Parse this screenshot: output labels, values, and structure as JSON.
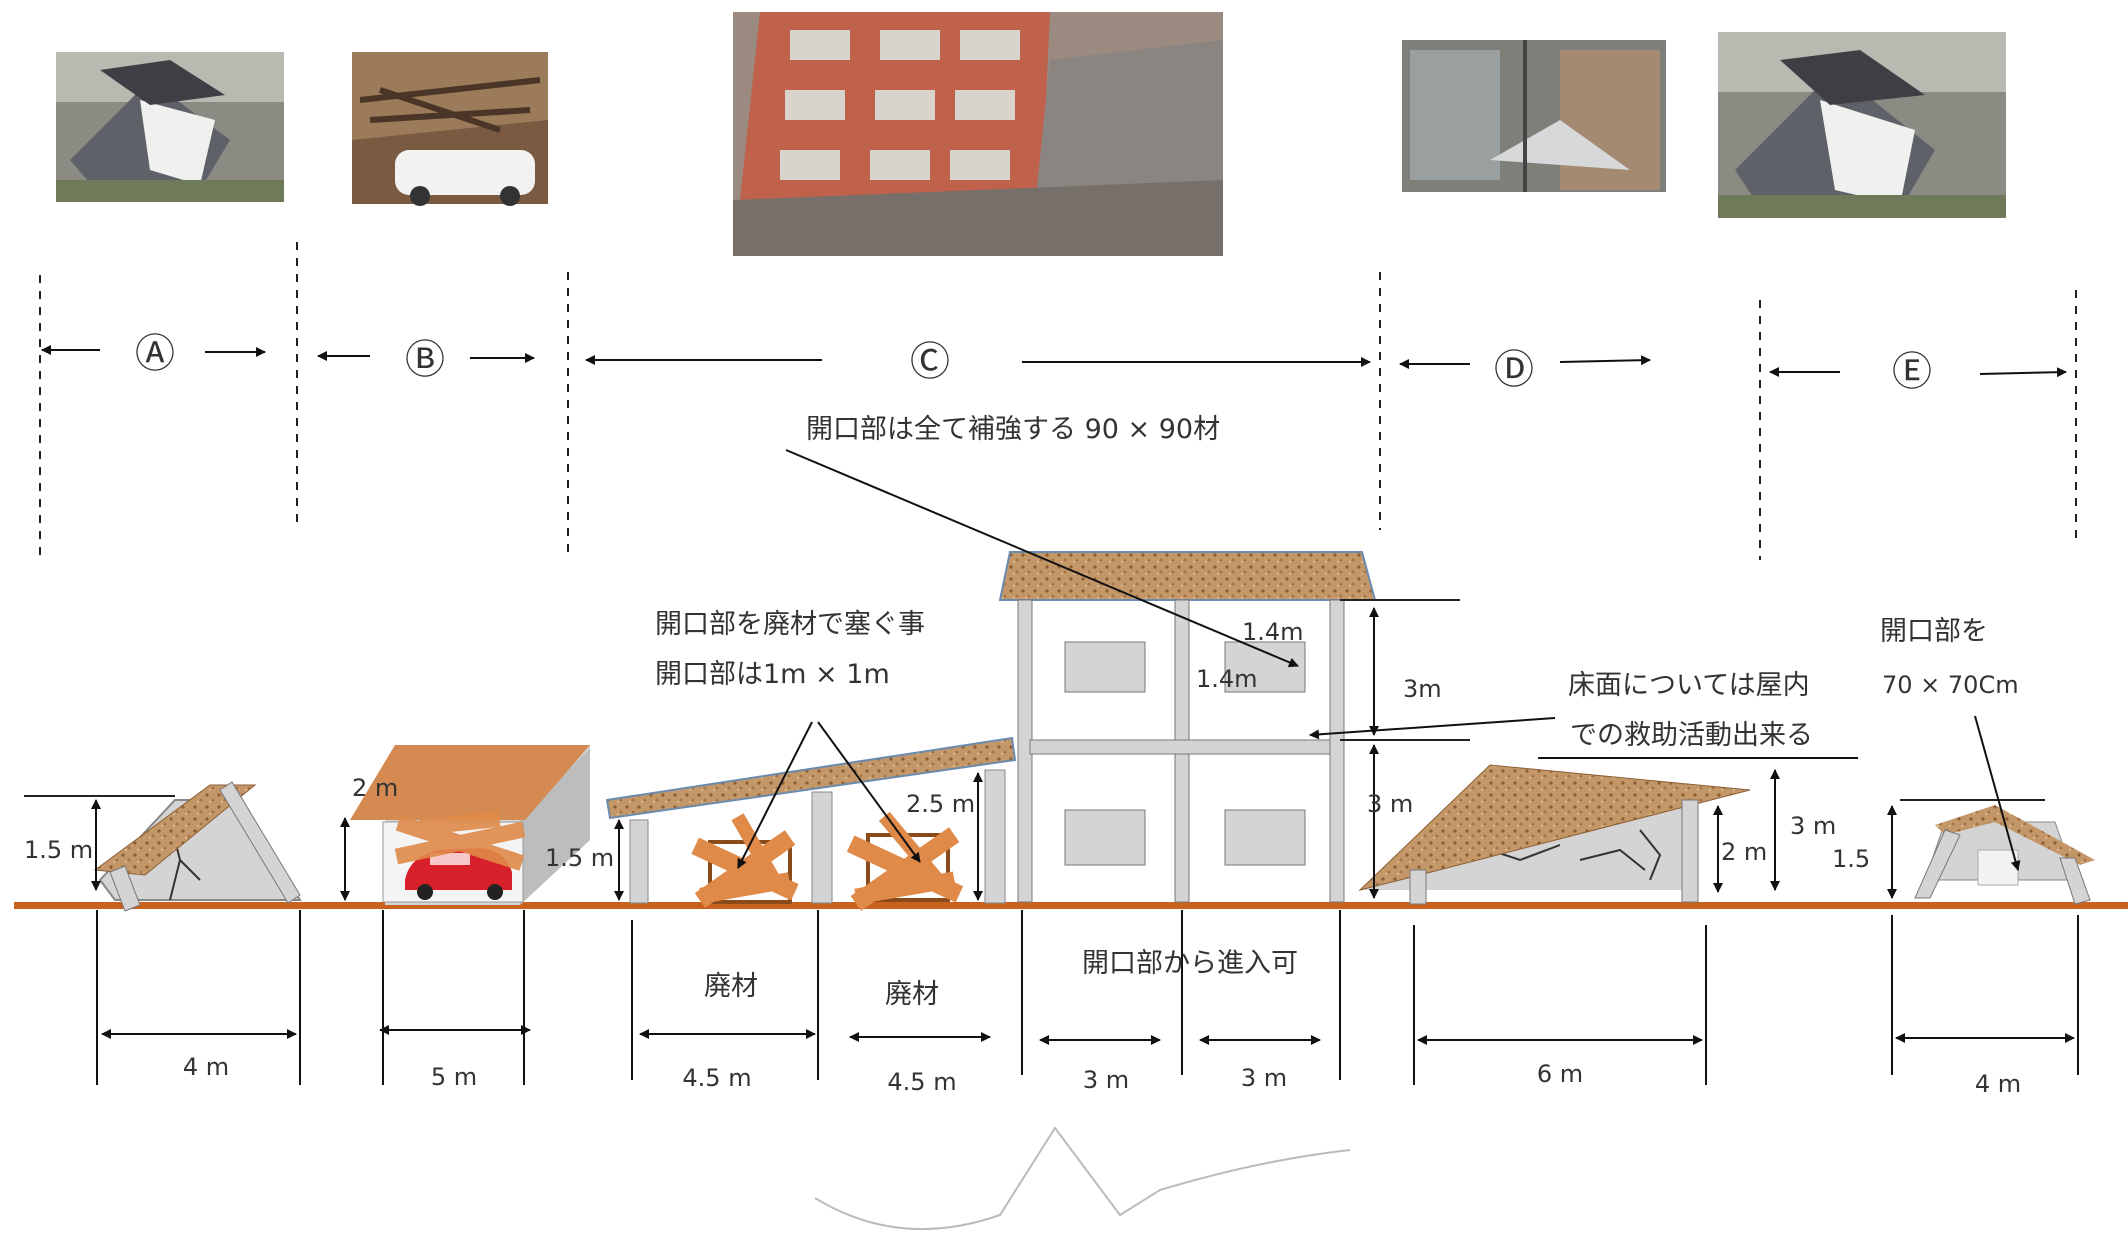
{
  "photos": [
    {
      "name": "photo-a",
      "subject": "collapsed-house"
    },
    {
      "name": "photo-b",
      "subject": "crushed-car-under-debris"
    },
    {
      "name": "photo-c",
      "subject": "tilted-apartment-building"
    },
    {
      "name": "photo-d",
      "subject": "damaged-buildings-street"
    },
    {
      "name": "photo-e",
      "subject": "collapsed-house"
    }
  ],
  "zones": [
    "Ⓐ",
    "Ⓑ",
    "Ⓒ",
    "Ⓓ",
    "Ⓔ"
  ],
  "annotations": {
    "reinforce": "開口部は全て補強する 90 × 90材",
    "block_line1": "開口部を廃材で塞ぐ事",
    "block_line2": "開口部は1m × 1m",
    "floor_line1": "床面については屋内",
    "floor_line2": "での救助活動出来る",
    "opening_e1": "開口部を",
    "opening_e2": "70 × 70Cm",
    "entry": "開口部から進入可",
    "debris1": "廃材",
    "debris2": "廃材"
  },
  "heights": {
    "a": "1.5 m",
    "b": "2 m",
    "c_low": "1.5 m",
    "c_wall": "2.5 m",
    "window_w": "1.4m",
    "window_h": "1.4m",
    "floor_upper": "3m",
    "floor_lower": "3 m",
    "d_inner": "2 m",
    "d_outer": "3 m",
    "e": "1.5"
  },
  "widths": {
    "a": "4 m",
    "b": "5 m",
    "c1": "4.5 m",
    "c2": "4.5 m",
    "c3": "3 m",
    "c4": "3 m",
    "d": "6 m",
    "e": "4 m"
  },
  "colors": {
    "ground": "#c8601e",
    "roof": "#c49768",
    "wall": "#d4d4d4",
    "debris": "#e08a4a",
    "car": "#d8202a"
  }
}
